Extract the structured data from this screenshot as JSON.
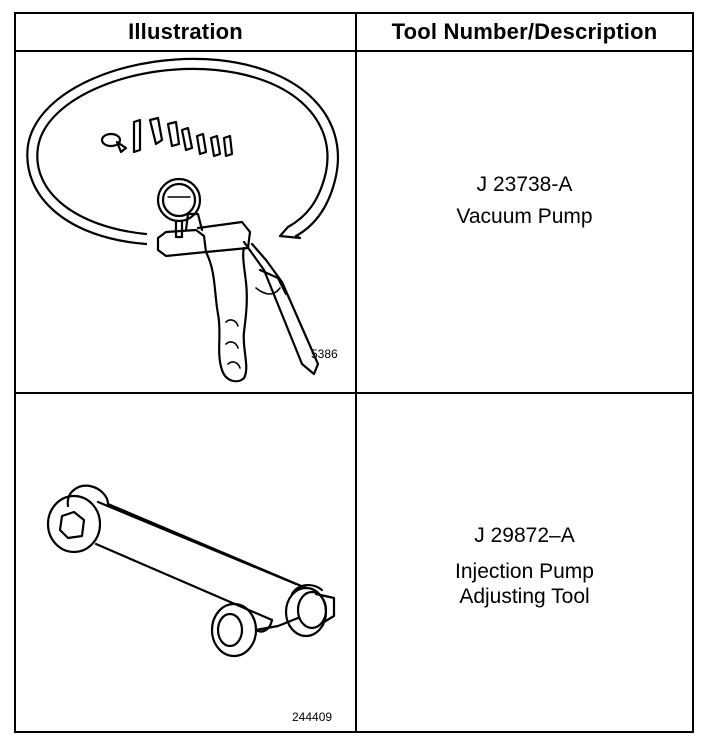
{
  "table": {
    "headers": {
      "illustration": "Illustration",
      "tool": "Tool Number/Description"
    },
    "rows": [
      {
        "figure_number": "5386",
        "tool_number": "J 23738-A",
        "description_lines": [
          "Vacuum Pump"
        ],
        "illustration_icon": "vacuum-pump-drawing"
      },
      {
        "figure_number": "244409",
        "tool_number": "J 29872–A",
        "description_lines": [
          "Injection Pump",
          "Adjusting Tool"
        ],
        "illustration_icon": "adjusting-tool-drawing"
      }
    ]
  }
}
